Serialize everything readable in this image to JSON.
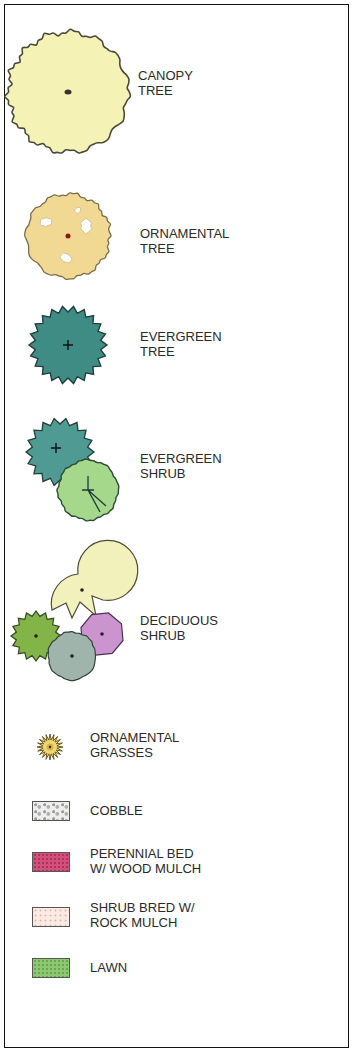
{
  "diagram": {
    "legend": [
      {
        "text": "CANOPY TREE"
      },
      {
        "text": "ORNAMENTAL TREE"
      },
      {
        "text": "EVERGREEN TREE"
      },
      {
        "text": "EVERGREEN SHRUB"
      },
      {
        "text": "DECIDUOUS SHRUB"
      },
      {
        "text": "ORNAMENTAL GRASSES"
      },
      {
        "text": "COBBLE",
        "color": "#eeeeec"
      },
      {
        "text": "PERENNIAL BED W/ WOOD MULCH",
        "color": "#d4507c"
      },
      {
        "text": "SHRUB BRED W/ ROCK MULCH",
        "color": "#fbe9e2"
      },
      {
        "text": "LAWN",
        "color": "#8fc873"
      }
    ]
  }
}
